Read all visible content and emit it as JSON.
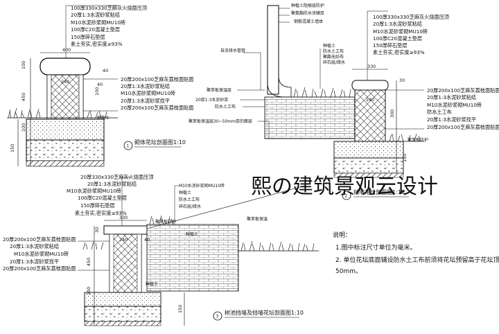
{
  "watermark": "熙の建筑景观云设计",
  "detail1": {
    "title": "砌体花坛剖面图1:10",
    "number": "1",
    "labels_top": [
      "100厚330x330芝麻灰火烧面压顶",
      "20厚1:3水泥砂浆粘结",
      "M10水泥砂浆砌MU10砖",
      "100厚C20混凝土垫层",
      "150厚碎石垫层",
      "素土夯实,密实度≥93%"
    ],
    "labels_right": [
      "20厚200x100芝麻灰荔枝面贴面",
      "20厚1:3水泥砂浆粘结",
      "M10水泥砂浆砌MU10砖",
      "20厚1:3水泥砂浆找平",
      "20厚200x100芝麻灰荔枝面贴面"
    ],
    "soil_label": "种植土",
    "dims": [
      "400",
      "100",
      "40",
      "240",
      "40",
      "450",
      "100",
      "150",
      "100"
    ]
  },
  "detail2": {
    "title": "挡墙花坛剖面图1:10",
    "number": "2",
    "labels_top": [
      "100厚330x330芝麻灰火烧面压顶",
      "20厚1:3水泥砂浆粘结",
      "M10水泥砂浆砌MU10砖",
      "100厚C20混凝土垫层",
      "150厚碎石垫层",
      "素土夯实,密实度≥93%"
    ],
    "labels_left_top": [
      "种植土阻根层防护",
      "聚氨酯防水涂膜厚",
      "钢筋混凝土墙体"
    ],
    "labels_mid": [
      "种植土",
      "防水土工布",
      "聚酯无纺布",
      "碎石层/疏水"
    ],
    "labels_left": [
      "自流排水管管",
      "聚苯板保温层",
      "20厚1:3水泥砂浆",
      "防水土工布"
    ],
    "label_bottom": "聚苯板保温层30~50mm厚的面层",
    "labels_right": [
      "20厚200x100芝麻灰荔枝面贴面",
      "20厚1:3水泥砂浆粘结",
      "M10水泥砂浆砌MU10砖",
      "防水土工布",
      "20厚1:3水泥砂浆找平",
      "20厚200x100芝麻灰荔枝面贴面"
    ],
    "right_extra": "聚苯板防护",
    "dims": [
      "330",
      "30",
      "240",
      "300",
      "150"
    ]
  },
  "detail3": {
    "title": "树池挡墙及挡墙花坛剖面图1:10",
    "number": "3",
    "labels_top": [
      "20厚330x330芝麻灰火烧面压顶",
      "20厚1:3水泥砂浆粘结",
      "M10水泥砂浆砌MU10砖",
      "100厚C20混凝土垫层",
      "150厚碎石垫层",
      "素土夯实,密实度≥93%"
    ],
    "labels_mid": [
      "M10水泥砂浆砌MU10砖",
      "种植土",
      "防水土工布",
      "碎石层/疏水"
    ],
    "labels_left": [
      "20厚200x100芝麻灰荔枝面贴面",
      "20厚1:3水泥砂浆粘结",
      "M10水泥砂浆砌MU10砖",
      "20厚1:3水泥砂浆找平",
      "20厚200x100芝麻灰荔枝面贴面"
    ],
    "label_top_right": "聚苯板防护",
    "label_center": "种植土",
    "label_right": "聚苯板保温",
    "soil_label": "种植土",
    "dims": [
      "330",
      "30",
      "240",
      "40",
      "450",
      "100",
      "150"
    ]
  },
  "notes": {
    "heading": "说明：",
    "lines": [
      "1.图中标注尺寸单位为毫米。",
      "2. 单位花坛底面铺设防水土工布前须将花坛预留高于花坛顶",
      "50mm。"
    ]
  }
}
